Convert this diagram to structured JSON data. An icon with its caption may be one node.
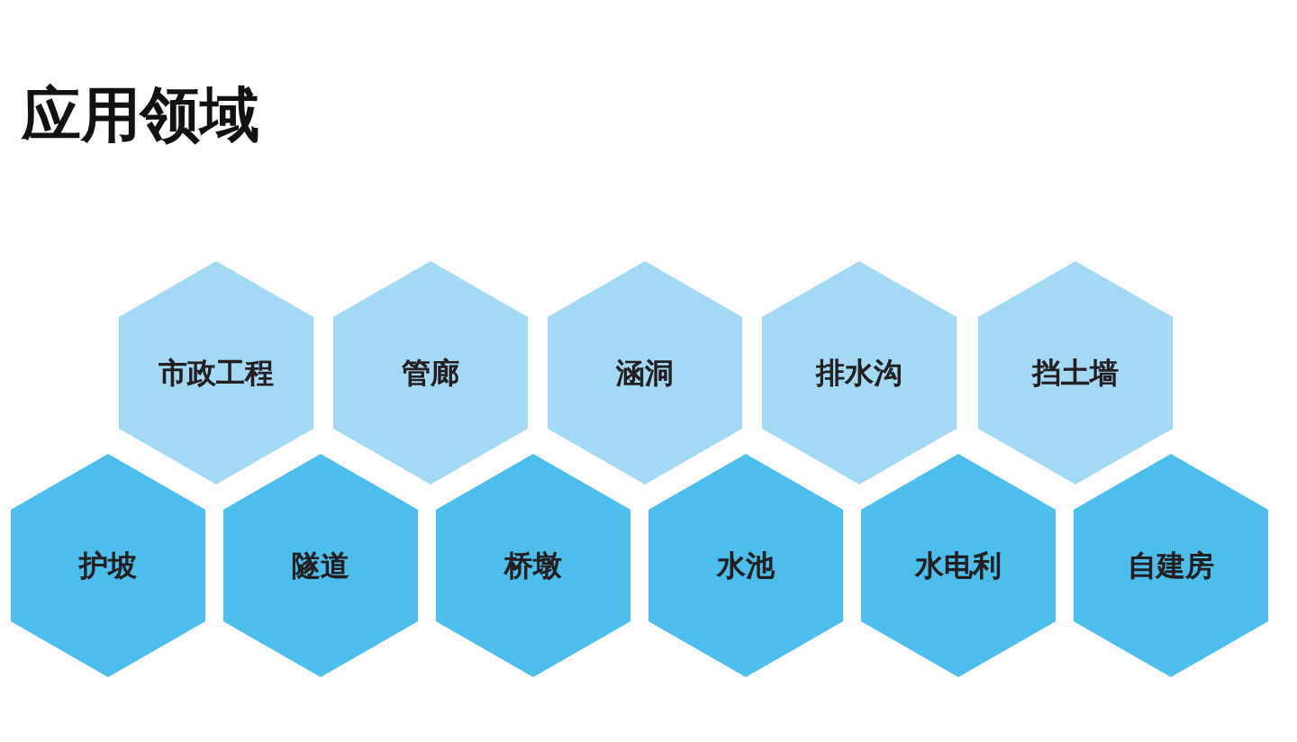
{
  "diagram": {
    "title": "应用领域",
    "nodes": [
      {
        "text": [
          "市政工程"
        ]
      },
      {
        "text": [
          "管廊"
        ]
      },
      {
        "text": [
          "涵洞"
        ]
      },
      {
        "text": [
          "排水沟"
        ]
      },
      {
        "text": [
          "挡土墙"
        ]
      },
      {
        "text": [
          "护坡"
        ]
      },
      {
        "text": [
          "隧道"
        ]
      },
      {
        "text": [
          "桥墩"
        ]
      },
      {
        "text": [
          "水池"
        ]
      },
      {
        "text": [
          "水电利"
        ]
      },
      {
        "text": [
          "自建房"
        ]
      }
    ]
  }
}
